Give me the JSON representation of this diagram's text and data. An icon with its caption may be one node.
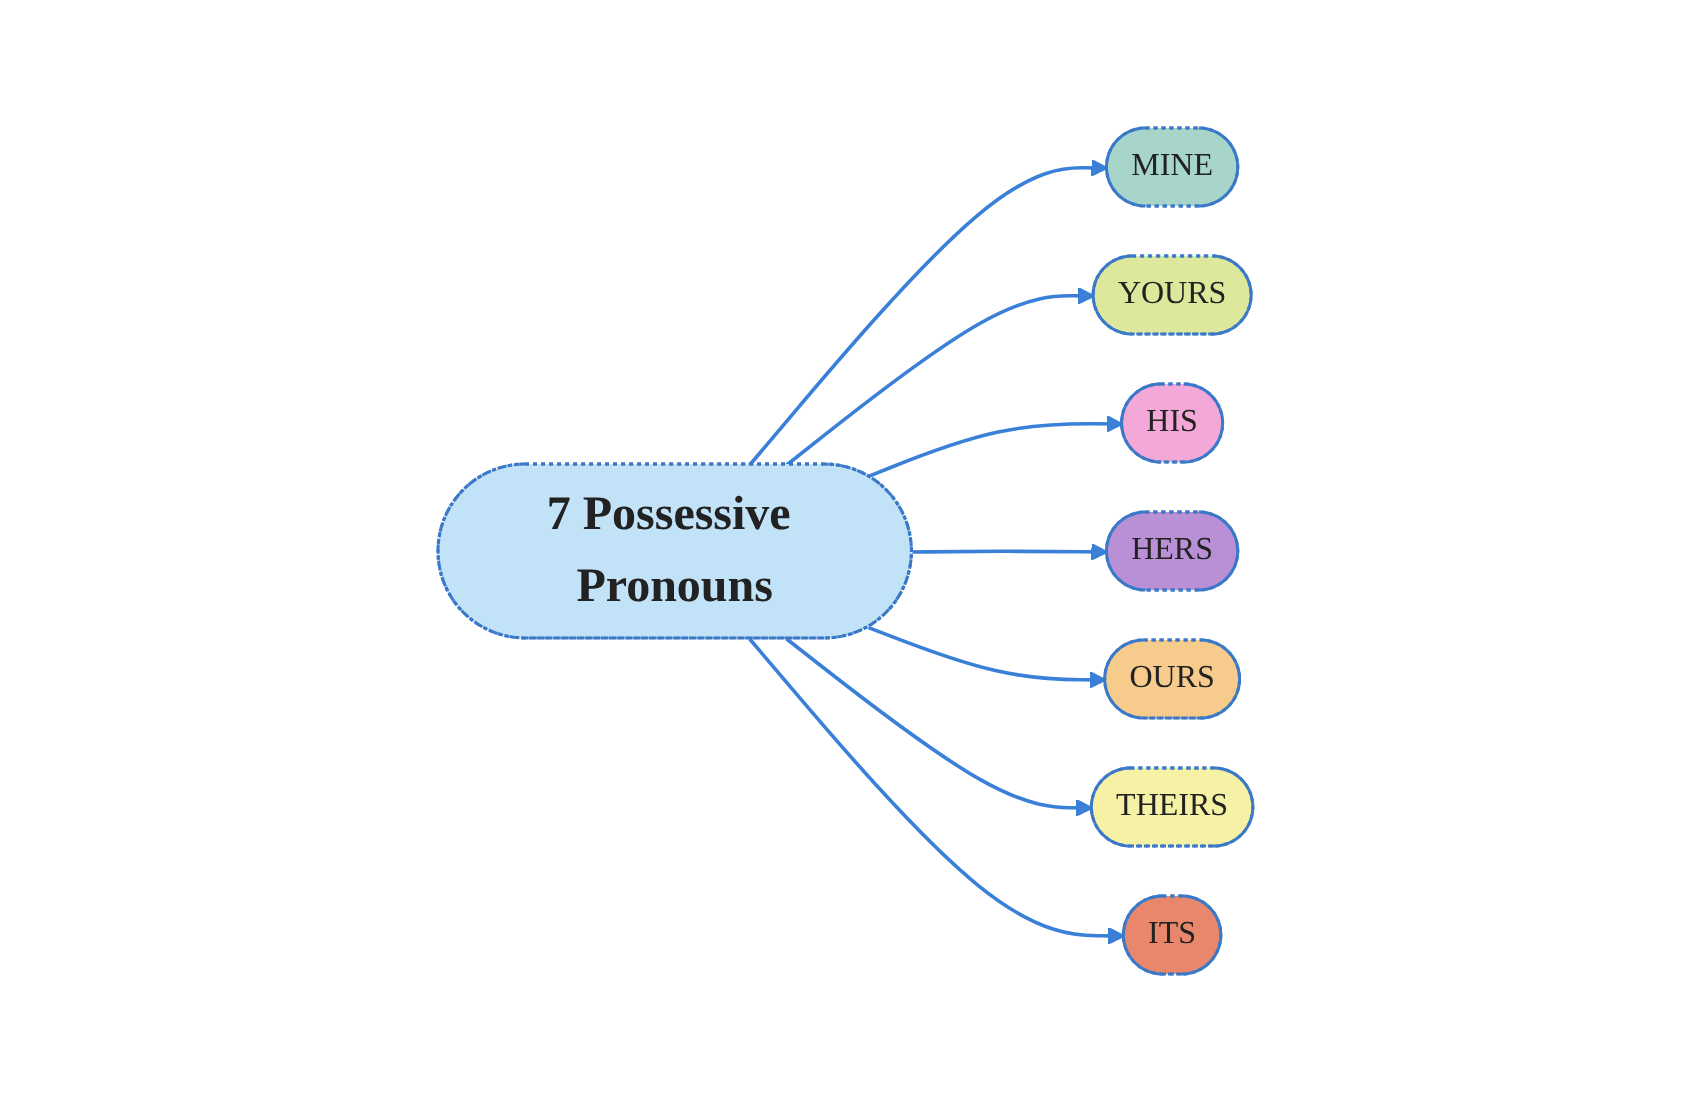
{
  "diagram": {
    "nodes": [
      {
        "text": [
          "YOURS"
        ]
      },
      {
        "text": [
          "MINE"
        ]
      },
      {
        "text": [
          "HIS"
        ]
      },
      {
        "text": [
          "7 Possessive Pronouns"
        ]
      },
      {
        "text": [
          "HERS"
        ]
      },
      {
        "text": [
          "OURS"
        ]
      },
      {
        "text": [
          "ITS"
        ]
      },
      {
        "text": [
          "THEIRS"
        ]
      }
    ],
    "edges": [
      {
        "from": 3,
        "to": 1,
        "arrow": "to"
      },
      {
        "from": 3,
        "to": 0,
        "arrow": "to"
      },
      {
        "from": 3,
        "to": 2,
        "arrow": "to"
      },
      {
        "from": 3,
        "to": 4,
        "arrow": "to"
      },
      {
        "from": 3,
        "to": 5,
        "arrow": "to"
      },
      {
        "from": 3,
        "to": 7,
        "arrow": "to"
      },
      {
        "from": 3,
        "to": 6,
        "arrow": "to"
      }
    ]
  }
}
